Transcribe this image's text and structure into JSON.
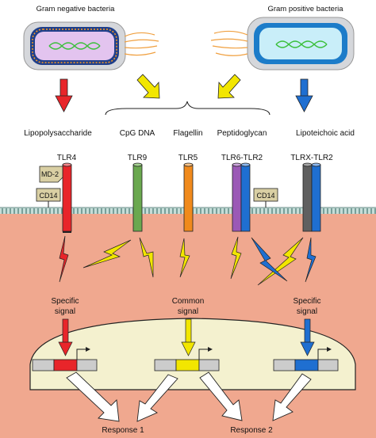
{
  "labels": {
    "gram_negative": "Gram negative bacteria",
    "gram_positive": "Gram positive bacteria",
    "lps": "Lipopolysaccharide",
    "cpg": "CpG DNA",
    "flagellin": "Flagellin",
    "peptidoglycan": "Peptidoglycan",
    "lta": "Lipoteichoic acid",
    "tlr4": "TLR4",
    "tlr9": "TLR9",
    "tlr5": "TLR5",
    "tlr6_tlr2": "TLR6-TLR2",
    "tlrx_tlr2": "TLRX-TLR2",
    "md2": "MD-2",
    "cd14_left": "CD14",
    "cd14_right": "CD14",
    "specific_left_1": "Specific",
    "specific_left_2": "signal",
    "common_1": "Common",
    "common_2": "signal",
    "specific_right_1": "Specific",
    "specific_right_2": "signal",
    "response1": "Response 1",
    "response2": "Response 2"
  },
  "colors": {
    "tlr4": "#e8252a",
    "tlr9": "#6aa84f",
    "tlr5": "#f08a1c",
    "tlr6": "#9b59b6",
    "tlr2": "#1f6fd1",
    "tlrx": "#606060",
    "common": "#f2e600",
    "cytoplasm": "#f0a88f",
    "nucleus": "#f4f1cf",
    "receptor_box": "#d9cfa3"
  }
}
